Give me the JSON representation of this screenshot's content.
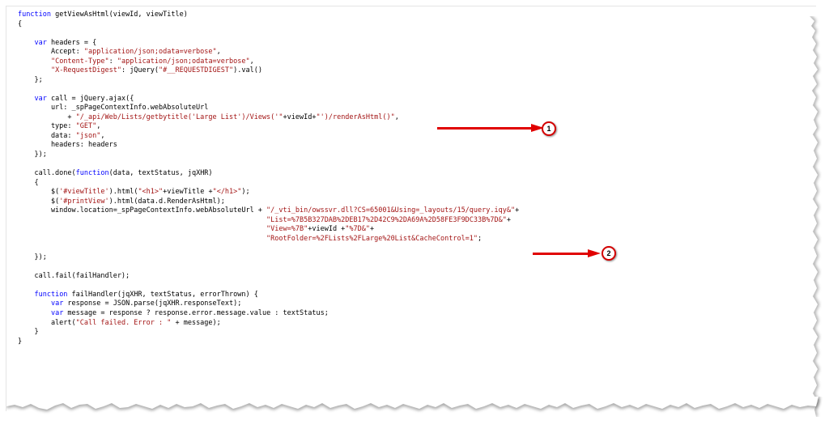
{
  "code_lines": [
    [
      {
        "t": "function",
        "c": "kw"
      },
      {
        "t": " getViewAsHtml(viewId, viewTitle)"
      }
    ],
    [
      {
        "t": "{"
      }
    ],
    [
      {
        "t": ""
      }
    ],
    [
      {
        "t": "    "
      },
      {
        "t": "var",
        "c": "kw"
      },
      {
        "t": " headers = {"
      }
    ],
    [
      {
        "t": "        Accept: "
      },
      {
        "t": "\"application/json;odata=verbose\"",
        "c": "str"
      },
      {
        "t": ","
      }
    ],
    [
      {
        "t": "        "
      },
      {
        "t": "\"Content-Type\"",
        "c": "str"
      },
      {
        "t": ": "
      },
      {
        "t": "\"application/json;odata=verbose\"",
        "c": "str"
      },
      {
        "t": ","
      }
    ],
    [
      {
        "t": "        "
      },
      {
        "t": "\"X-RequestDigest\"",
        "c": "str"
      },
      {
        "t": ": jQuery("
      },
      {
        "t": "\"#__REQUESTDIGEST\"",
        "c": "str"
      },
      {
        "t": ").val()"
      }
    ],
    [
      {
        "t": "    };"
      }
    ],
    [
      {
        "t": ""
      }
    ],
    [
      {
        "t": "    "
      },
      {
        "t": "var",
        "c": "kw"
      },
      {
        "t": " call = jQuery.ajax({"
      }
    ],
    [
      {
        "t": "        url: _spPageContextInfo.webAbsoluteUrl"
      }
    ],
    [
      {
        "t": "            + "
      },
      {
        "t": "\"/_api/Web/Lists/getbytitle('Large List')/Views('\"",
        "c": "str"
      },
      {
        "t": "+viewId+"
      },
      {
        "t": "\"')/renderAsHtml()\"",
        "c": "str"
      },
      {
        "t": ","
      }
    ],
    [
      {
        "t": "        type: "
      },
      {
        "t": "\"GET\"",
        "c": "str"
      },
      {
        "t": ","
      }
    ],
    [
      {
        "t": "        data: "
      },
      {
        "t": "\"json\"",
        "c": "str"
      },
      {
        "t": ","
      }
    ],
    [
      {
        "t": "        headers: headers"
      }
    ],
    [
      {
        "t": "    });"
      }
    ],
    [
      {
        "t": ""
      }
    ],
    [
      {
        "t": "    call.done("
      },
      {
        "t": "function",
        "c": "kw"
      },
      {
        "t": "(data, textStatus, jqXHR)"
      }
    ],
    [
      {
        "t": "    {"
      }
    ],
    [
      {
        "t": "        $("
      },
      {
        "t": "'#viewTitle'",
        "c": "str"
      },
      {
        "t": ").html("
      },
      {
        "t": "\"<h1>\"",
        "c": "str"
      },
      {
        "t": "+viewTitle +"
      },
      {
        "t": "\"</h1>\"",
        "c": "str"
      },
      {
        "t": ");"
      }
    ],
    [
      {
        "t": "        $("
      },
      {
        "t": "'#printView'",
        "c": "str"
      },
      {
        "t": ").html(data.d.RenderAsHtml);"
      }
    ],
    [
      {
        "t": "        window.location=_spPageContextInfo.webAbsoluteUrl + "
      },
      {
        "t": "\"/_vti_bin/owssvr.dll?CS=65001&Using=_layouts/15/query.iqy&\"",
        "c": "str"
      },
      {
        "t": "+"
      }
    ],
    [
      {
        "t": "                                                            "
      },
      {
        "t": "\"List=%7B5B327DAB%2DEB17%2D42C9%2DA69A%2D58FE3F9DC33B%7D&\"",
        "c": "str"
      },
      {
        "t": "+"
      }
    ],
    [
      {
        "t": "                                                            "
      },
      {
        "t": "\"View=%7B\"",
        "c": "str"
      },
      {
        "t": "+viewId +"
      },
      {
        "t": "\"%7D&\"",
        "c": "str"
      },
      {
        "t": "+"
      }
    ],
    [
      {
        "t": "                                                            "
      },
      {
        "t": "\"RootFolder=%2FLists%2FLarge%20List&CacheControl=1\"",
        "c": "str"
      },
      {
        "t": ";"
      }
    ],
    [
      {
        "t": ""
      }
    ],
    [
      {
        "t": "    });"
      }
    ],
    [
      {
        "t": ""
      }
    ],
    [
      {
        "t": "    call.fail(failHandler);"
      }
    ],
    [
      {
        "t": ""
      }
    ],
    [
      {
        "t": "    "
      },
      {
        "t": "function",
        "c": "kw"
      },
      {
        "t": " failHandler(jqXHR, textStatus, errorThrown) {"
      }
    ],
    [
      {
        "t": "        "
      },
      {
        "t": "var",
        "c": "kw"
      },
      {
        "t": " response = JSON.parse(jqXHR.responseText);"
      }
    ],
    [
      {
        "t": "        "
      },
      {
        "t": "var",
        "c": "kw"
      },
      {
        "t": " message = response ? response.error.message.value : textStatus;"
      }
    ],
    [
      {
        "t": "        alert("
      },
      {
        "t": "\"Call failed. Error : \"",
        "c": "str"
      },
      {
        "t": " + message);"
      }
    ],
    [
      {
        "t": "    }"
      }
    ],
    [
      {
        "t": "}"
      }
    ]
  ],
  "callouts": [
    {
      "label": "1",
      "target_line": 11
    },
    {
      "label": "2",
      "target_line": 23
    }
  ],
  "colors": {
    "keyword": "#0000ff",
    "string": "#a31515",
    "text": "#000000",
    "callout_red": "#e00000"
  }
}
